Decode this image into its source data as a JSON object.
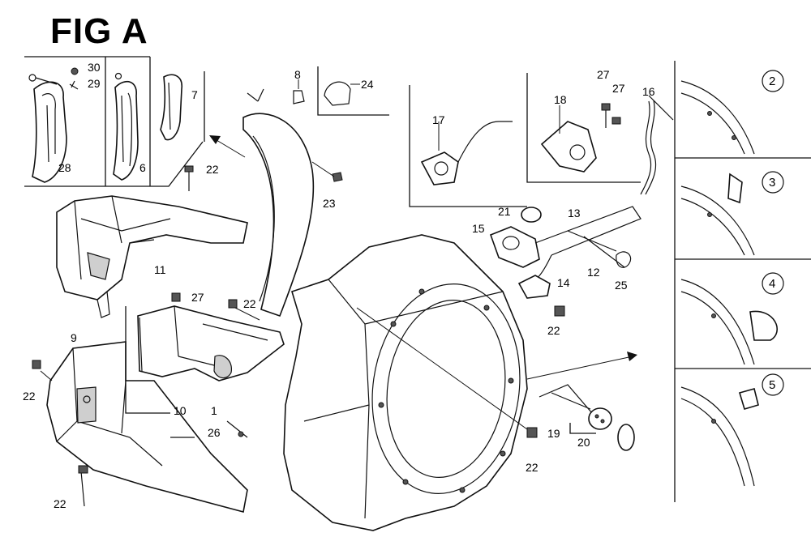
{
  "title": "FIG A",
  "callouts": {
    "c30": "30",
    "c29": "29",
    "c28": "28",
    "c6": "6",
    "c7": "7",
    "c22a": "22",
    "c11": "11",
    "c8": "8",
    "c24": "24",
    "c23": "23",
    "c27a": "27",
    "c22b": "22",
    "c9": "9",
    "c22c": "22",
    "c10": "10",
    "c1": "1",
    "c26": "26",
    "c22d": "22",
    "c17": "17",
    "c18": "18",
    "c27b": "27",
    "c27c": "27",
    "c16": "16",
    "c21": "21",
    "c13": "13",
    "c15": "15",
    "c12": "12",
    "c14": "14",
    "c25": "25",
    "c22e": "22",
    "c22f": "22",
    "c19": "19",
    "c20": "20"
  },
  "detail_views": [
    "2",
    "3",
    "4",
    "5"
  ]
}
